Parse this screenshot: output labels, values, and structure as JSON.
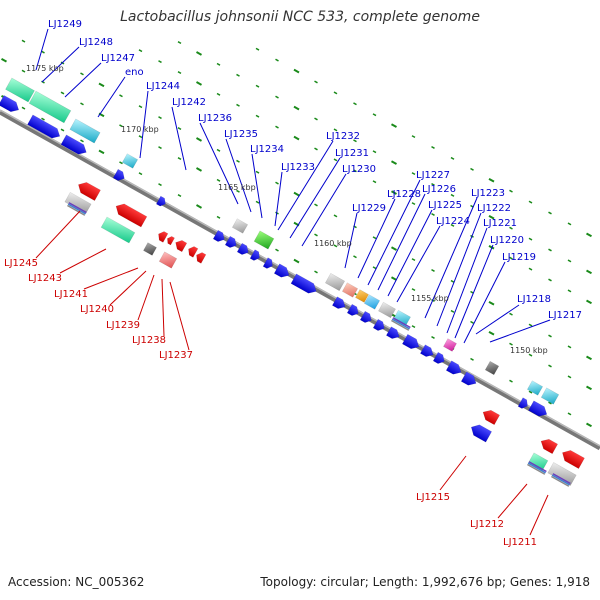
{
  "title": "Lactobacillus johnsonii NCC 533, complete genome",
  "footer": {
    "accession": "Accession: NC_005362",
    "topology": "Topology: circular; Length: 1,992,676 bp; Genes: 1,918"
  },
  "colors": {
    "forward_cds": "#0000ee",
    "reverse_cds": "#ee0000",
    "label_top": "#0000cc",
    "label_bottom": "#cc0000",
    "ticks": "#1a8a1a",
    "backbone": "#888888"
  },
  "kbp_labels": [
    "1175 kbp",
    "1170 kbp",
    "1165 kbp",
    "1160 kbp",
    "1155 kbp",
    "1150 kbp"
  ],
  "top_labels": [
    "LJ1249",
    "LJ1248",
    "LJ1247",
    "eno",
    "LJ1244",
    "LJ1242",
    "LJ1236",
    "LJ1235",
    "LJ1234",
    "LJ1233",
    "LJ1232",
    "LJ1231",
    "LJ1230",
    "LJ1229",
    "LJ1228",
    "LJ1227",
    "LJ1226",
    "LJ1225",
    "LJ1224",
    "LJ1223",
    "LJ1222",
    "LJ1221",
    "LJ1220",
    "LJ1219",
    "LJ1218",
    "LJ1217"
  ],
  "bottom_labels": [
    "LJ1245",
    "LJ1243",
    "LJ1241",
    "LJ1240",
    "LJ1239",
    "LJ1238",
    "LJ1237",
    "LJ1215",
    "LJ1212",
    "LJ1211"
  ]
}
